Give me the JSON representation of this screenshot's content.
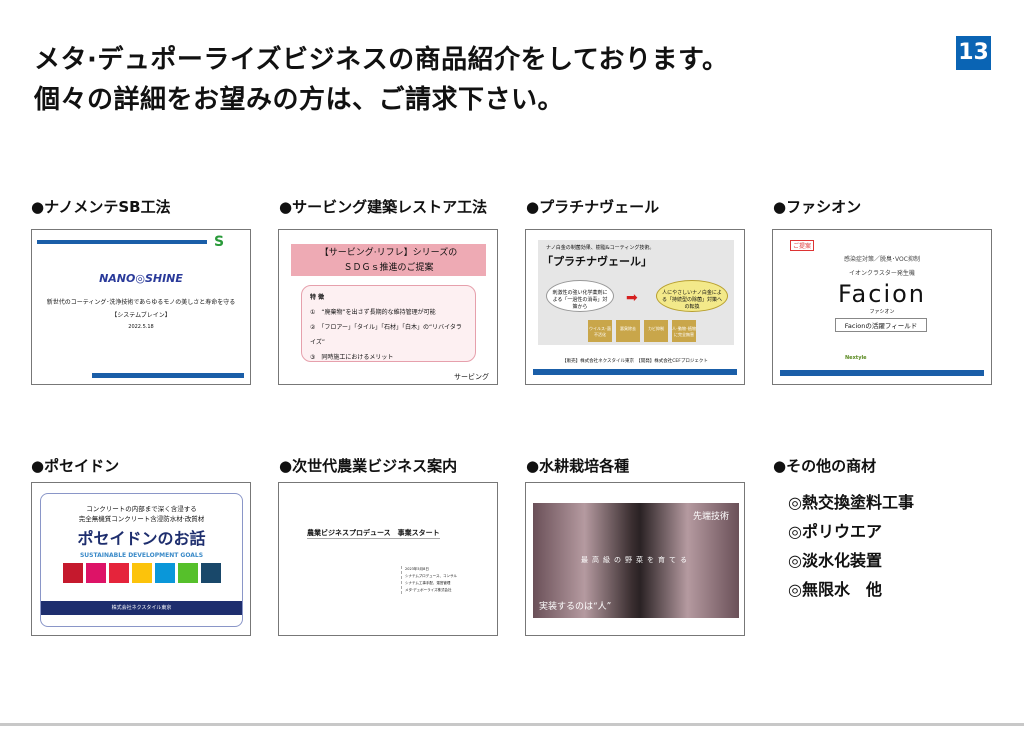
{
  "title_lines": [
    "メタ·デュポーライズビジネスの商品紹介をしております。",
    "個々の詳細をお望みの方は、ご請求下さい。"
  ],
  "page_number": "13",
  "products": [
    {
      "label": "●ナノメンテSB工法",
      "logo": "NANO◎SHINE",
      "sub": "新世代のコーティング･洗浄技術であらゆるモノの美しさと寿命を守る",
      "company": "【システムブレイン】",
      "date": "2022.5.18"
    },
    {
      "label": "●サービング建築レストア工法",
      "head1": "【サービング·リフレ】シリーズの",
      "head2": "ＳＤＧｓ推進のご提案",
      "feat": "特 徴",
      "points": [
        "①　“廃棄物”を出さず長期的な維持管理が可能",
        "②　「フロアー」「タイル」「石材」「白木」の“リバイタライズ”",
        "③　同時施工におけるメリット"
      ],
      "brand": "サービング"
    },
    {
      "label": "●プラチナヴェール",
      "sub": "ナノ白金の制菌効果、樹脂&コーティング技術。",
      "name": "「プラチナヴェール」",
      "left": "刺激性の強い化学薬剤による「一過性の消毒」対策から",
      "right": "人にやさしいナノ白金による「持続型の除菌」対策への転換",
      "hex": [
        "ウイルス･菌不活化",
        "悪臭除去",
        "カビ抑制",
        "人･動物･植物に完全無害"
      ],
      "footer": "【販売】株式会社ネクスタイル東京　【開発】株式会社CEFプロジェクト"
    },
    {
      "label": "●ファシオン",
      "tag": "ご提案",
      "l1": "感染症対策／脱臭･VOC抑制",
      "l2": "イオンクラスター発生機",
      "logo": "Facion",
      "kana": "ファシオン",
      "box": "Facionの活躍フィールド",
      "brand": "Nextyle"
    },
    {
      "label": "●ポセイドン",
      "l1": "コンクリートの内部まで深く含浸する",
      "l2": "完全無機質コンクリート含浸防水材·改質材",
      "name": "ポセイドンのお話",
      "sdg": "SUSTAINABLE DEVELOPMENT GOALS",
      "footer": "株式会社ネクスタイル東京"
    },
    {
      "label": "●次世代農業ビジネス案内",
      "head": "農業ビジネスプロデュース　事業スタート",
      "info": [
        "2023年5月8日",
        "シナテムプロデュース、コンサル",
        "シナテム工事手配、運営管理",
        "メタ·デュポーライズ株式会社"
      ]
    },
    {
      "label": "●水耕栽培各種",
      "t1": "先端技術",
      "t2": "最高級の野菜を育てる",
      "t3": "実装するのは“人”"
    },
    {
      "label": "●その他の商材",
      "items": [
        "◎熱交換塗料工事",
        "◎ポリウエア",
        "◎淡水化装置",
        "◎無限水　他"
      ]
    }
  ],
  "colors": {
    "accent": "#0a64b4",
    "sdg": [
      "#c5192d",
      "#dd1367",
      "#e5243b",
      "#fcc30b",
      "#0a97d9",
      "#56c02b",
      "#19486a"
    ]
  }
}
